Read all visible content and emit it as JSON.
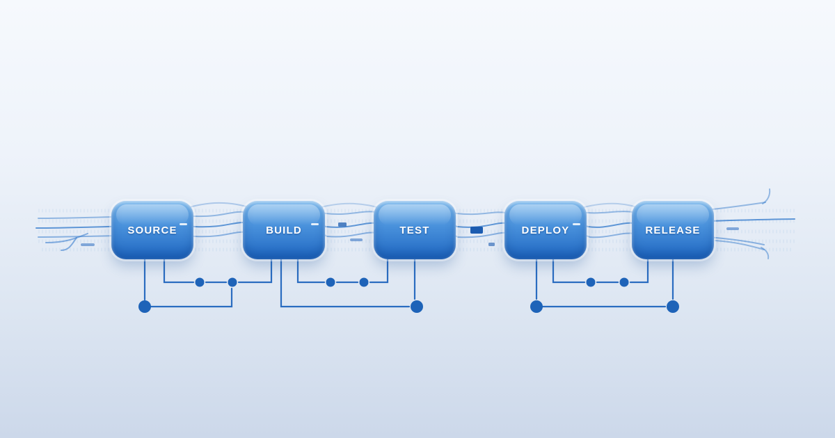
{
  "diagram": {
    "type": "pipeline",
    "stages": [
      {
        "label": "SOURCE"
      },
      {
        "label": "BUILD"
      },
      {
        "label": "TEST"
      },
      {
        "label": "DEPLOY"
      },
      {
        "label": "RELEASE"
      }
    ],
    "colors": {
      "stage_gradient_top": "#7ebbee",
      "stage_gradient_bottom": "#1f67c2",
      "connector_line": "#3c7fce",
      "circuit_line": "#2a6cc0",
      "node_dot": "#1e63b8",
      "glitch_block": "#1c5cb0",
      "background_top": "#f6f9fd",
      "background_bottom": "#ccd8ea"
    }
  }
}
